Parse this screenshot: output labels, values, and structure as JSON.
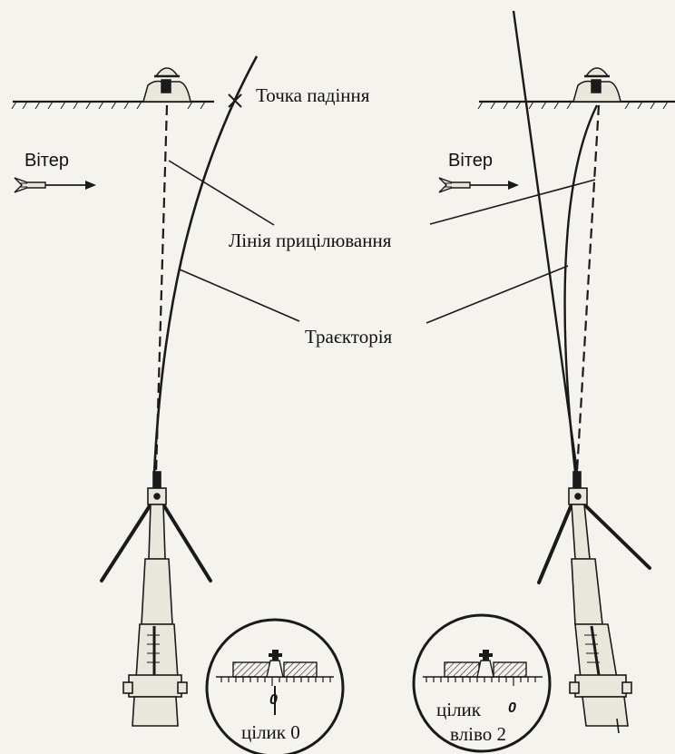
{
  "labels": {
    "impact_point": "Точка падіння",
    "wind_left": "Вітер",
    "wind_right": "Вітер",
    "line_of_sight": "Лінія прицілювання",
    "trajectory": "Траєкторія",
    "sight_left": "цілик 0",
    "sight_right_line1": "цілик",
    "sight_right_line2": "вліво 2",
    "scale_zero_left": "0",
    "scale_zero_right": "0"
  },
  "colors": {
    "ink": "#1a1a1a",
    "paper": "#f4f3ee"
  }
}
